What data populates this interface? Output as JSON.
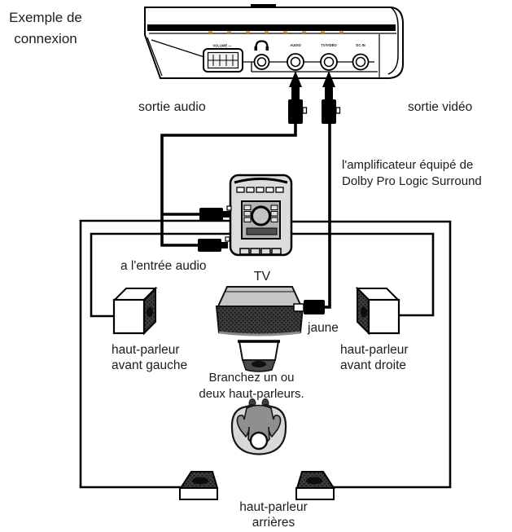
{
  "labels": {
    "title_line1": "Exemple de",
    "title_line2": "connexion",
    "audio_out": "sortie audio",
    "video_out": "sortie vidéo",
    "amp_line1": "l'amplificateur équipé de",
    "amp_line2": "Dolby Pro Logic Surround",
    "audio_in": "a l'entrée audio",
    "tv": "TV",
    "yellow_plug": "jaune",
    "front_left_line1": "haut-parleur",
    "front_left_line2": "avant gauche",
    "front_right_line1": "haut-parleur",
    "front_right_line2": "avant droite",
    "center_note_line1": "Branchez un ou",
    "center_note_line2": "deux haut-parleurs.",
    "rear_line1": "haut-parleur",
    "rear_line2": "arrières"
  },
  "player_ports": {
    "volume": "VOLUME —",
    "headphone": "headphone-icon",
    "audio_jack": "AUDIO",
    "video_jack": "TV/VIDÉO",
    "dc_jack": "DC IN"
  },
  "colors": {
    "line": "#000000",
    "text": "#1c1c1c",
    "amp_body": "#dcdcdc",
    "amp_panel": "#b4b4b4",
    "tv_top": "#c6c6c6",
    "dark_texture": "#3d3d3d",
    "led_dots": "#c8842a"
  }
}
